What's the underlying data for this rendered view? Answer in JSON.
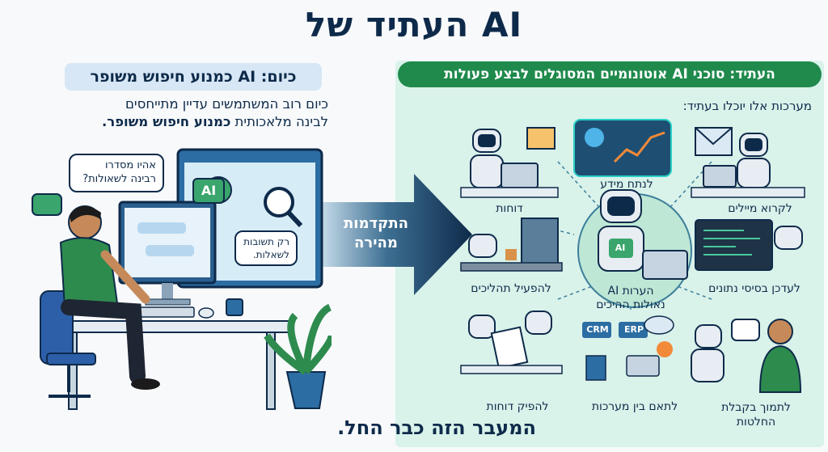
{
  "title": "העתיד של AI",
  "left": {
    "heading": "כיום: AI כמנוע חיפוש משופר",
    "desc_line1": "כיום רוב המשתמשים עדיין מתייחסים",
    "desc_line2_plain": "לבינה מלאכותית",
    "desc_line2_bold": "כמנוע חיפוש משופר.",
    "bubble_user": "אהיו מסדרו רבינה לשאולות?",
    "screen_ai": "AI",
    "bubble_screen": "רק תשובות לשאלות."
  },
  "arrow": {
    "line1": "התקדמות",
    "line2": "מהירה"
  },
  "right": {
    "heading": "העתיד: סוכני AI אוטונומיים המסוגלים לבצע פעולות",
    "subheading": "מערכות אלו יוכלו בעתיד:",
    "center_label_line1": "הערות AI",
    "center_label_line2": "נאולות ההיכים",
    "robot_ai": "AI",
    "items": [
      {
        "label": "דוחות"
      },
      {
        "label": "לנתח מידע"
      },
      {
        "label": "לקרוא מיילים"
      },
      {
        "label": "להפעיל תהליכים"
      },
      {
        "label": "לעדכן בסיסי נתונים"
      },
      {
        "label": "להפיק דוחות"
      },
      {
        "label": "לתאם בין מערכות"
      },
      {
        "label_line1": "לתמוך בקבלת",
        "label_line2": "החלטות"
      }
    ],
    "crm": "CRM",
    "erp": "ERP"
  },
  "footer": "המעבר הזה כבר החל.",
  "colors": {
    "navy": "#0e2a4a",
    "green": "#1f8a4c",
    "mint": "#d9f2ea",
    "light_blue": "#d7e7f5"
  }
}
